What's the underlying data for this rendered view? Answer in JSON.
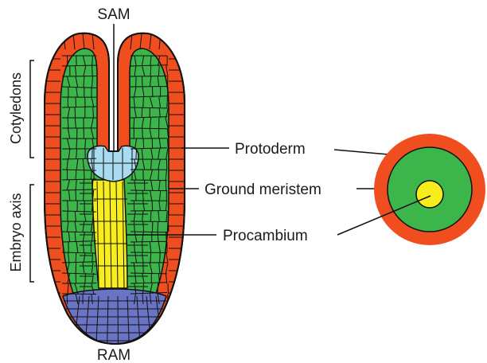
{
  "labels": {
    "sam": "SAM",
    "ram": "RAM",
    "cotyledons": "Cotyledons",
    "embryo_axis": "Embryo axis",
    "protoderm": "Protoderm",
    "ground_meristem": "Ground meristem",
    "procambium": "Procambium"
  },
  "colors": {
    "protoderm": "#f04e1e",
    "ground_meristem": "#3cb54a",
    "procambium": "#f7ec1c",
    "sam": "#a9dcf0",
    "ram": "#6a74c4",
    "outline": "#111111"
  }
}
